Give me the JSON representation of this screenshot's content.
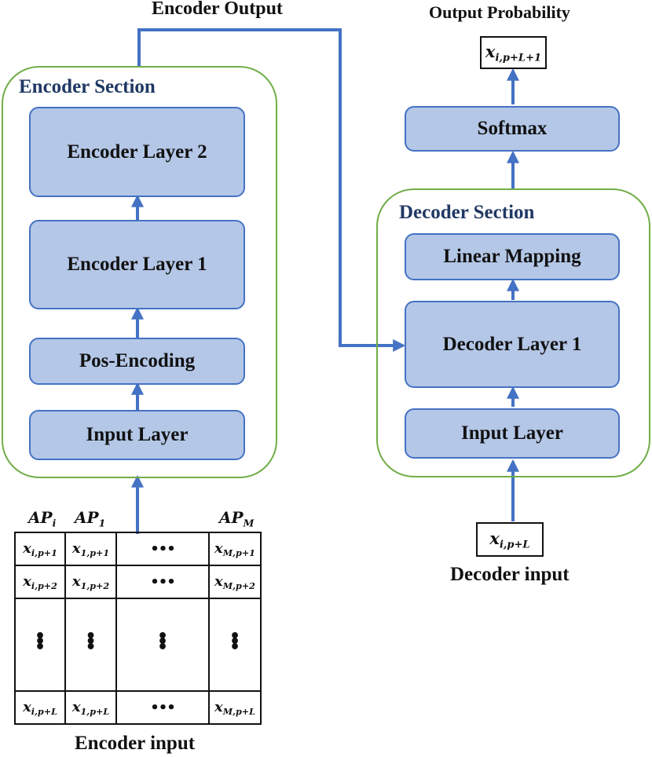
{
  "colors": {
    "block_fill": "#b4c7e7",
    "block_border": "#4472c4",
    "section_border": "#70ad47",
    "title_text": "#203864",
    "arrow": "#4472c4"
  },
  "labels": {
    "encoder_output": "Encoder Output",
    "output_probability": "Output Probability",
    "encoder_input": "Encoder input",
    "decoder_input": "Decoder input"
  },
  "encoder": {
    "title": "Encoder Section",
    "layers": [
      "Encoder Layer 2",
      "Encoder Layer 1",
      "Pos-Encoding",
      "Input Layer"
    ]
  },
  "decoder": {
    "title": "Decoder Section",
    "layers": [
      "Linear Mapping",
      "Decoder Layer 1",
      "Input Layer"
    ]
  },
  "softmax": "Softmax",
  "output_var": {
    "base": "x",
    "sub": "i,p+L+1"
  },
  "decoder_input_var": {
    "base": "x",
    "sub": "i,p+L"
  },
  "input_table": {
    "headers": [
      {
        "base": "AP",
        "sub": "i"
      },
      {
        "base": "AP",
        "sub": "1"
      },
      {
        "base": "",
        "sub": ""
      },
      {
        "base": "AP",
        "sub": "M"
      }
    ],
    "rows": [
      [
        {
          "base": "x",
          "sub": "i,p+1"
        },
        {
          "base": "x",
          "sub": "1,p+1"
        },
        {
          "text": "•••"
        },
        {
          "base": "x",
          "sub": "M,p+1"
        }
      ],
      [
        {
          "base": "x",
          "sub": "i,p+2"
        },
        {
          "base": "x",
          "sub": "1,p+2"
        },
        {
          "text": "•••"
        },
        {
          "base": "x",
          "sub": "M,p+2"
        }
      ],
      [
        {
          "vdots": true
        },
        {
          "vdots": true
        },
        {
          "vdots": true
        },
        {
          "vdots": true
        }
      ],
      [
        {
          "base": "x",
          "sub": "i,p+L"
        },
        {
          "base": "x",
          "sub": "1,p+L"
        },
        {
          "text": "•••"
        },
        {
          "base": "x",
          "sub": "M,p+L"
        }
      ]
    ]
  }
}
